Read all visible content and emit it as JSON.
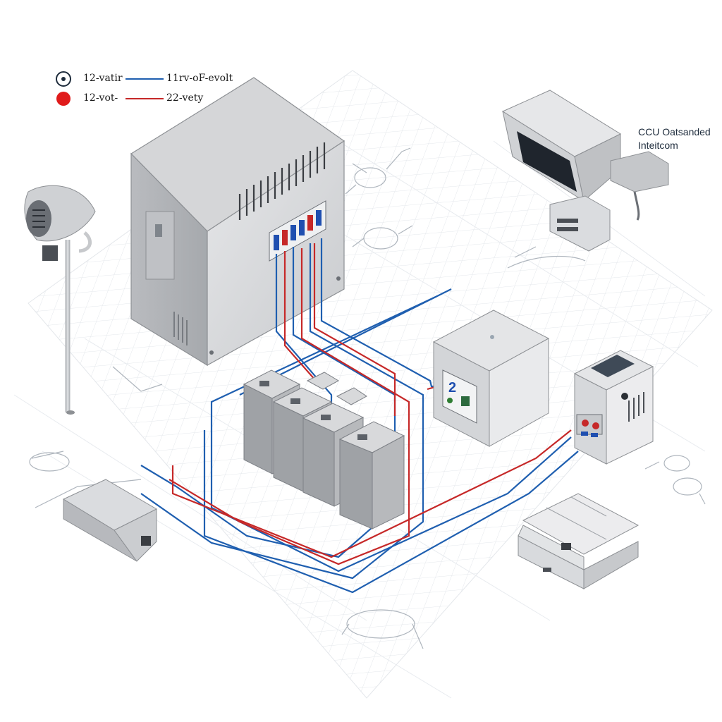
{
  "legend": {
    "items": [
      {
        "symbol": "target",
        "left_text": "12-vatir",
        "line_color": "#1f5fb0",
        "right_text": "11rv-oF-evolt"
      },
      {
        "symbol": "red-dot",
        "left_text": "12-vot-",
        "line_color": "#c62828",
        "right_text": "22-vety"
      }
    ]
  },
  "callout": {
    "line1": "CCU Oatsanded",
    "line2": "Inteitcom"
  },
  "cabinet_badge": "2",
  "colors": {
    "blue_wire": "#1f5fb0",
    "red_wire": "#c62828",
    "grid": "#d9dde3",
    "device_gray": "#c9cbce"
  },
  "icons": [
    "camera-icon",
    "monitor-icon",
    "pole-speaker-icon",
    "battery-icon",
    "control-panel-icon",
    "heater-icon",
    "router-icon",
    "switch-icon"
  ]
}
